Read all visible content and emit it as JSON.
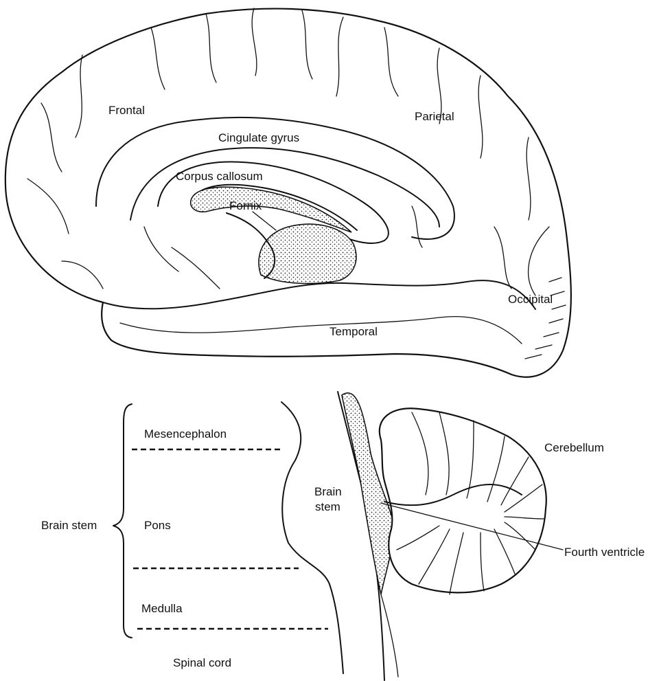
{
  "labels": {
    "frontal": "Frontal",
    "parietal": "Parietal",
    "cingulate_gyrus": "Cingulate gyrus",
    "corpus_callosum": "Corpus callosum",
    "fornix": "Fornix",
    "occipital": "Occipital",
    "temporal": "Temporal",
    "mesencephalon": "Mesencephalon",
    "cerebellum": "Cerebellum",
    "brain_stem_line1": "Brain",
    "brain_stem_line2": "stem",
    "brain_stem_bracket": "Brain stem",
    "pons": "Pons",
    "fourth_ventricle": "Fourth ventricle",
    "medulla": "Medulla",
    "spinal_cord": "Spinal cord"
  }
}
